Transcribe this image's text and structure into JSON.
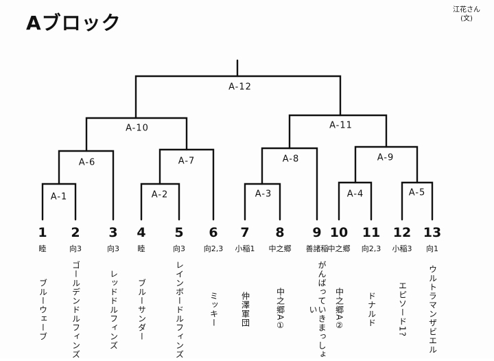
{
  "title": "Aブロック",
  "corner_note": [
    "江花さん",
    "(文)"
  ],
  "matches": {
    "A-1": "A-1",
    "A-2": "A-2",
    "A-3": "A-3",
    "A-4": "A-4",
    "A-5": "A-5",
    "A-6": "A-6",
    "A-7": "A-7",
    "A-8": "A-8",
    "A-9": "A-9",
    "A-10": "A-10",
    "A-11": "A-11",
    "A-12": "A-12"
  },
  "teams": [
    {
      "num": "1",
      "school": "睦",
      "name": "ブルーウェーブ"
    },
    {
      "num": "2",
      "school": "向3",
      "name": "ゴールデンドルフィンズ"
    },
    {
      "num": "3",
      "school": "向3",
      "name": "レッドドルフィンズ"
    },
    {
      "num": "4",
      "school": "睦",
      "name": "ブルーサンダー"
    },
    {
      "num": "5",
      "school": "向3",
      "name": "レインボードルフィンズ"
    },
    {
      "num": "6",
      "school": "向2,3",
      "name": "ミッキー"
    },
    {
      "num": "7",
      "school": "小稲1",
      "name": "仲澤軍団"
    },
    {
      "num": "8",
      "school": "中之郷",
      "name": "中之郷A①"
    },
    {
      "num": "9",
      "school": "善諸稲",
      "name": "がんばっていきまっしょい"
    },
    {
      "num": "10",
      "school": "中之郷",
      "name": "中之郷A②"
    },
    {
      "num": "11",
      "school": "向2,3",
      "name": "ドナルド"
    },
    {
      "num": "12",
      "school": "小稲3",
      "name": "エピソード1?"
    },
    {
      "num": "13",
      "school": "向1",
      "name": "ウルトラマンザビエル"
    }
  ]
}
